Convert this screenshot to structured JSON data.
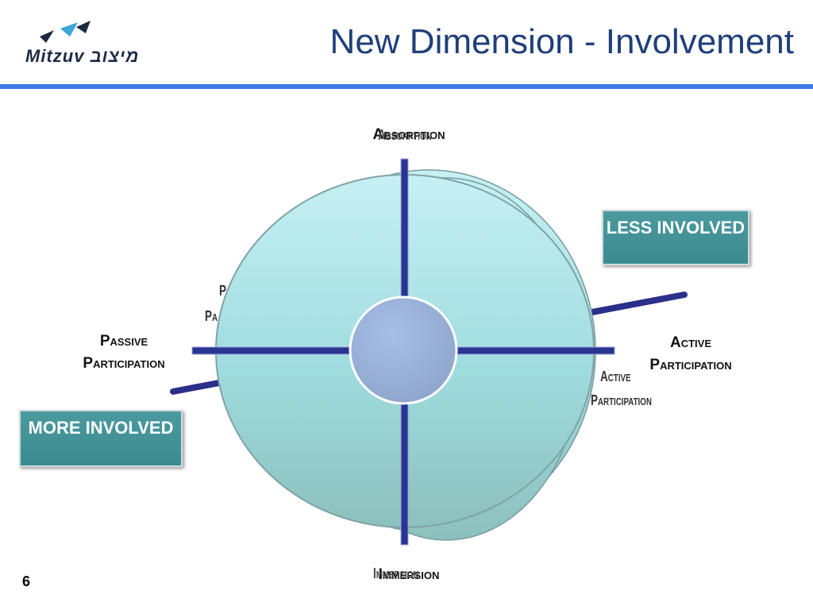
{
  "header": {
    "logo_text": "Mitzuv מיצוב",
    "title": "New Dimension - Involvement"
  },
  "diagram": {
    "top_label": "Absorption",
    "top_label_ghost": "Absorption",
    "bottom_label": "Immersion",
    "bottom_label_ghost": "Immersion",
    "left_label_line1": "Passive",
    "left_label_line2": "Participation",
    "right_label_line1": "Active",
    "right_label_line2": "Participation",
    "right_ghost_line1": "Active",
    "right_ghost_line2": "Participation",
    "left_ghost_line1": "P",
    "left_ghost_line2": "Pa",
    "less_box": "LESS INVOLVED",
    "more_box": "MORE INVOLVED"
  },
  "footer": {
    "page_number": "6"
  },
  "colors": {
    "title": "#1f3f7a",
    "rule": "#3e7ae6",
    "box": "#3f8f95",
    "axis": "#2a2f8a"
  }
}
